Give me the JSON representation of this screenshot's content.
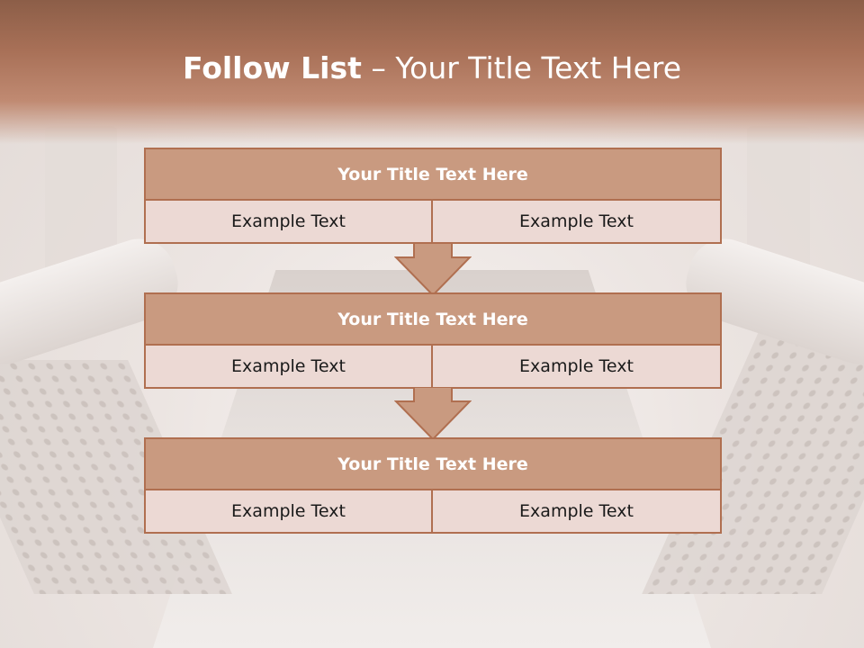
{
  "slide": {
    "title_bold": "Follow List",
    "title_rest": " – Your Title Text Here"
  },
  "blocks": [
    {
      "title": "Your Title Text Here",
      "left": "Example Text",
      "right": "Example Text"
    },
    {
      "title": "Your Title Text Here",
      "left": "Example Text",
      "right": "Example Text"
    },
    {
      "title": "Your Title Text Here",
      "left": "Example Text",
      "right": "Example Text"
    }
  ],
  "colors": {
    "header_band": "#a87057",
    "block_title_fill": "#c99a80",
    "block_cell_fill": "#ecd9d4",
    "border": "#b06f50"
  },
  "icons": {
    "connector": "down-arrow-icon"
  }
}
